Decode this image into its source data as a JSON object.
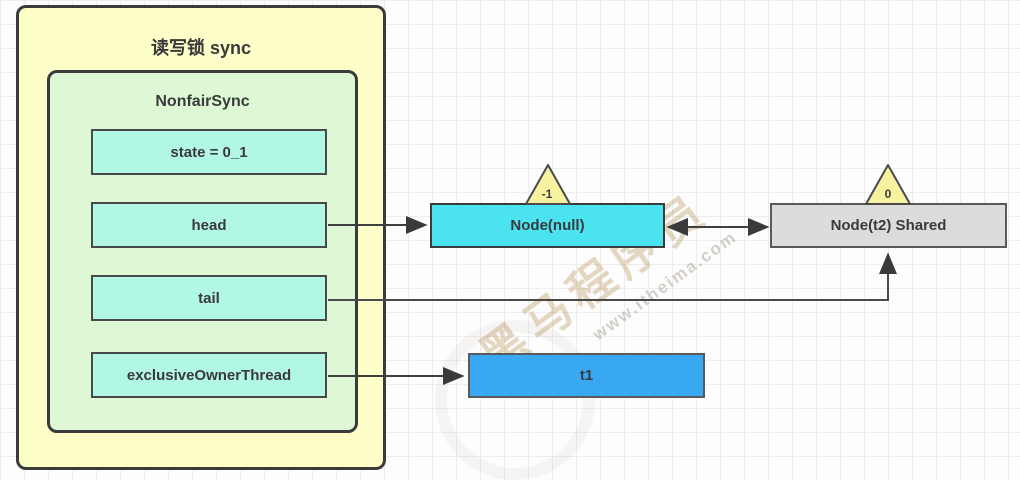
{
  "groups": {
    "outer": {
      "title": "读写锁 sync"
    },
    "inner": {
      "title": "NonfairSync"
    }
  },
  "fields": [
    {
      "label": "state = 0_1"
    },
    {
      "label": "head"
    },
    {
      "label": "tail"
    },
    {
      "label": "exclusiveOwnerThread"
    }
  ],
  "nodes": [
    {
      "label": "Node(null)",
      "badge": "-1"
    },
    {
      "label": "Node(t2) Shared",
      "badge": "0"
    },
    {
      "label": "t1"
    }
  ],
  "watermark": {
    "brand": "黑马程序员",
    "url": "www.itheima.com"
  },
  "colors": {
    "outer_fill": "#fefec9",
    "inner_fill": "#def8d6",
    "field_fill": "#b2f6e4",
    "node_null_fill": "#4ce3f1",
    "node_t2_fill": "#dcdcdc",
    "t1_fill": "#38a8f3",
    "badge_fill": "#f6f2a0",
    "line": "#3f3f3f"
  }
}
